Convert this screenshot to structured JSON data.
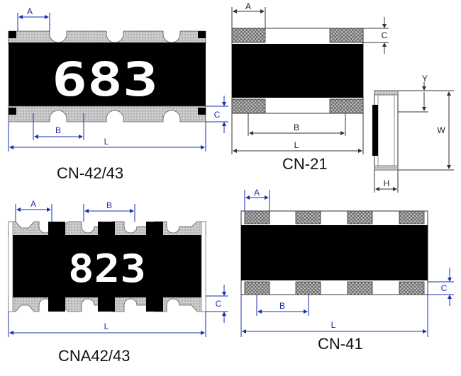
{
  "captions": {
    "cn42": "CN-42/43",
    "cn21": "CN-21",
    "cna42": "CNA42/43",
    "cn41": "CN-41"
  },
  "codes": {
    "cn42": "683",
    "cna42": "823"
  },
  "dims": {
    "A": "A",
    "B": "B",
    "C": "C",
    "L": "L",
    "W": "W",
    "H": "H",
    "Y": "Y"
  },
  "colors": {
    "body": "#000000",
    "terminal": "#c8c8c8",
    "dim_line": "#1a2fb0"
  }
}
